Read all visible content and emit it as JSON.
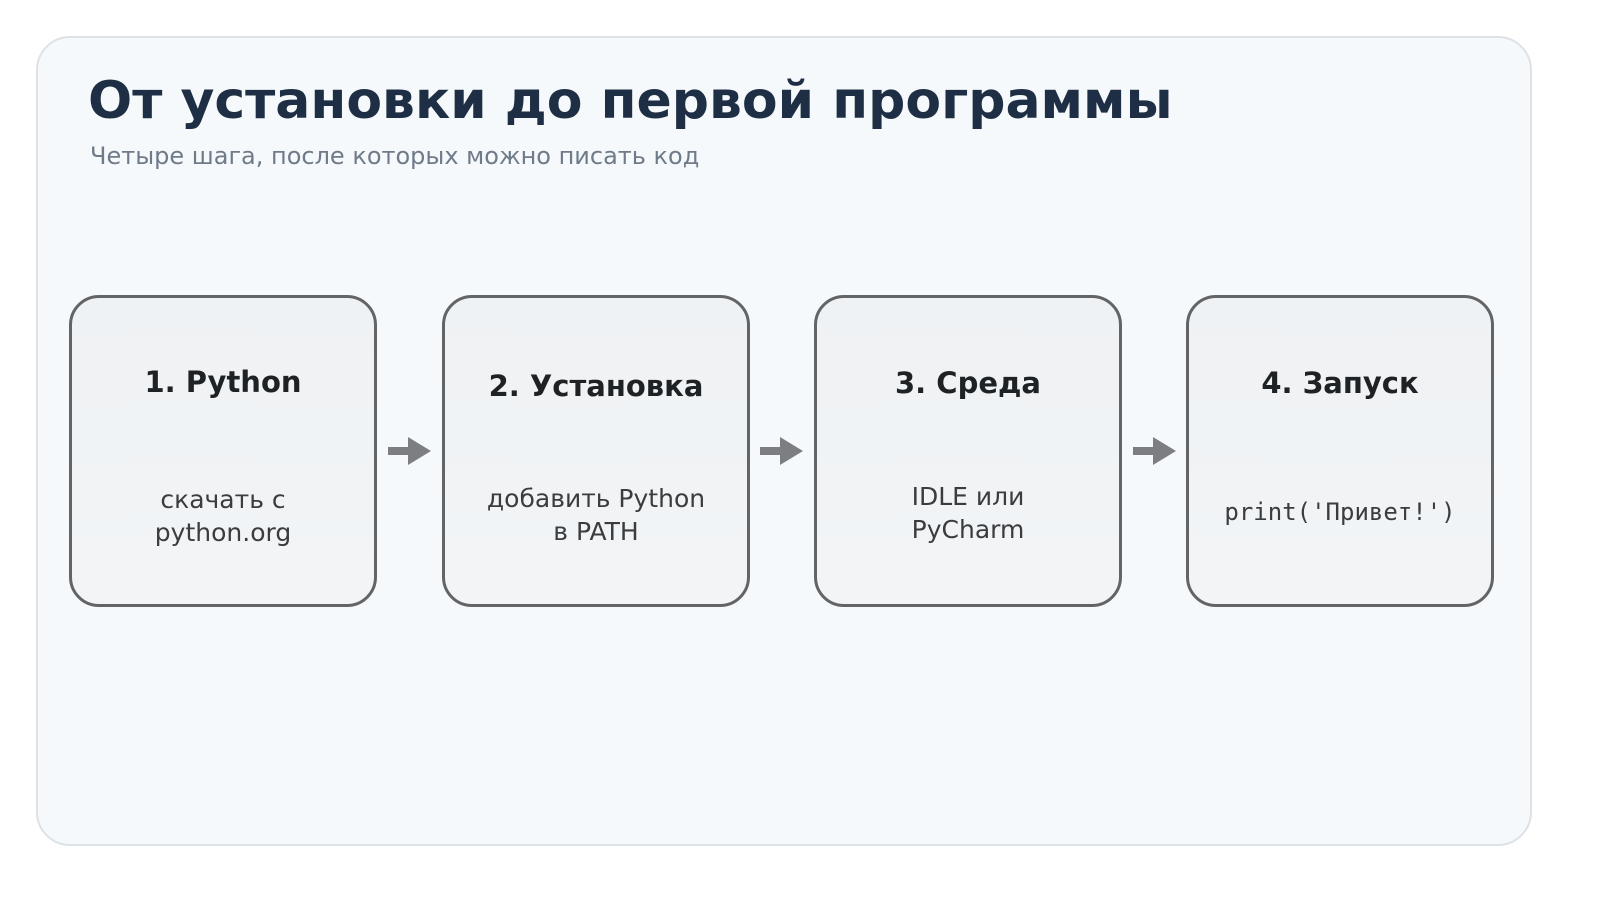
{
  "header": {
    "title": "От установки до первой программы",
    "subtitle": "Четыре шага, после которых можно писать код"
  },
  "steps": [
    {
      "title": "1. Python",
      "text": "скачать с\npython.org"
    },
    {
      "title": "2. Установка",
      "text": "добавить Python\nв PATH"
    },
    {
      "title": "3. Среда",
      "text": "IDLE или\nPyCharm"
    },
    {
      "title": "4. Запуск",
      "text": "print('Привет!')"
    }
  ],
  "colors": {
    "title": "#1e2f45",
    "subtitle": "#6f7b89",
    "box_border": "#636466",
    "arrow": "#7d7e82"
  }
}
